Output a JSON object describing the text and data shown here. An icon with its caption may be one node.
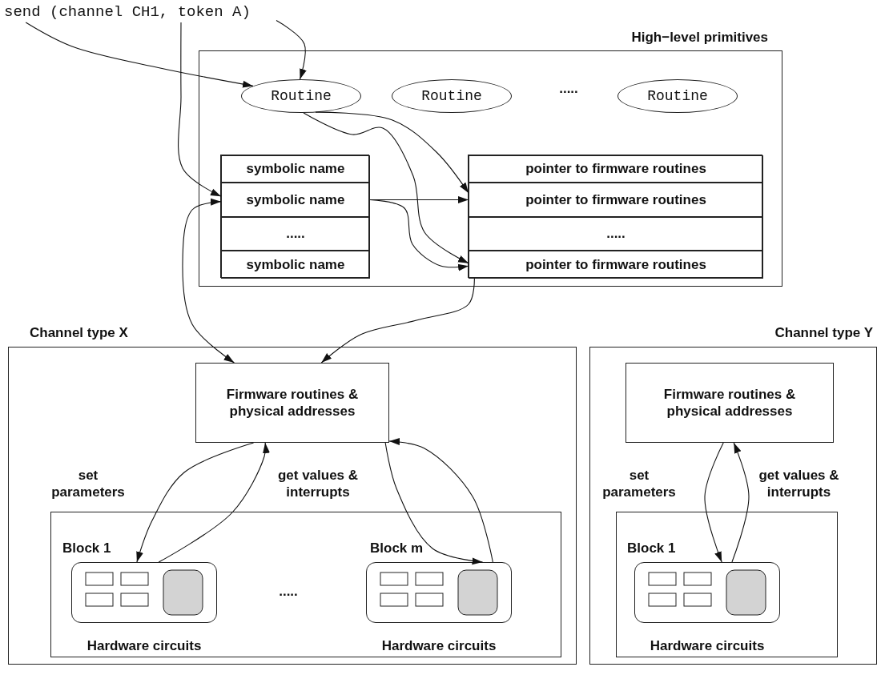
{
  "diagram": {
    "nodes": [
      {
        "text": [
          "send (channel CH1, token A)"
        ]
      },
      {
        "text": [
          "High−level primitives"
        ]
      },
      {
        "text": [
          "Routine"
        ],
        "in": 1
      },
      {
        "text": [
          "Routine"
        ],
        "in": 1
      },
      {
        "text": [
          "Routine"
        ],
        "in": 1
      },
      {
        "text": [],
        "shape": "box",
        "in": 1
      },
      {
        "text": [
          "symbolic name"
        ],
        "in": 5
      },
      {
        "text": [
          "symbolic name"
        ],
        "in": 5
      },
      {
        "text": [
          "....."
        ],
        "in": 5
      },
      {
        "text": [
          "symbolic name"
        ],
        "in": 5
      },
      {
        "text": [],
        "shape": "box",
        "in": 1
      },
      {
        "text": [
          "pointer to firmware routines"
        ],
        "in": 10
      },
      {
        "text": [
          "pointer to firmware routines"
        ],
        "in": 10
      },
      {
        "text": [
          "....."
        ],
        "in": 10
      },
      {
        "text": [
          "pointer to firmware routines"
        ],
        "in": 10
      },
      {
        "text": [
          "Channel type X"
        ]
      },
      {
        "text": [
          "Firmware routines & physical addresses"
        ],
        "in": 15
      },
      {
        "text": [],
        "shape": "box",
        "in": 15
      },
      {
        "text": [
          "Block 1"
        ],
        "beside": [
          "Hardware circuits"
        ],
        "in": 17
      },
      {
        "text": [
          "Block m"
        ],
        "beside": [
          "Hardware circuits"
        ],
        "in": 17
      },
      {
        "text": [
          "Channel type Y"
        ]
      },
      {
        "text": [
          "Firmware routines & physical addresses"
        ],
        "in": 20
      },
      {
        "text": [],
        "shape": "box",
        "in": 20
      },
      {
        "text": [
          "Block 1"
        ],
        "beside": [
          "Hardware circuits"
        ],
        "in": 22
      }
    ],
    "edges": [
      {
        "from": 0,
        "to": 2,
        "arrow": "to"
      },
      {
        "from": 0,
        "to": 2,
        "arrow": "to"
      },
      {
        "from": 0,
        "to": 7,
        "arrow": "to"
      },
      {
        "from": 2,
        "to": 12,
        "arrow": "to"
      },
      {
        "from": 2,
        "to": 14,
        "arrow": "to"
      },
      {
        "from": 7,
        "to": 12,
        "arrow": "to"
      },
      {
        "from": 7,
        "to": 14,
        "arrow": "to"
      },
      {
        "from": 7,
        "to": 16,
        "arrow": "both"
      },
      {
        "from": 14,
        "to": 16,
        "arrow": "to"
      },
      {
        "from": 16,
        "to": 18,
        "arrow": "to"
      },
      {
        "from": 18,
        "to": 16,
        "arrow": "to"
      },
      {
        "from": 16,
        "to": 19,
        "arrow": "to"
      },
      {
        "from": 19,
        "to": 16,
        "arrow": "to"
      },
      {
        "from": 21,
        "to": 23,
        "arrow": "to"
      },
      {
        "from": 23,
        "to": 21,
        "arrow": "to"
      }
    ],
    "labels": [
      ".....",
      "set parameters",
      "get values & interrupts",
      "set parameters",
      "get values & interrupts",
      "....."
    ]
  }
}
